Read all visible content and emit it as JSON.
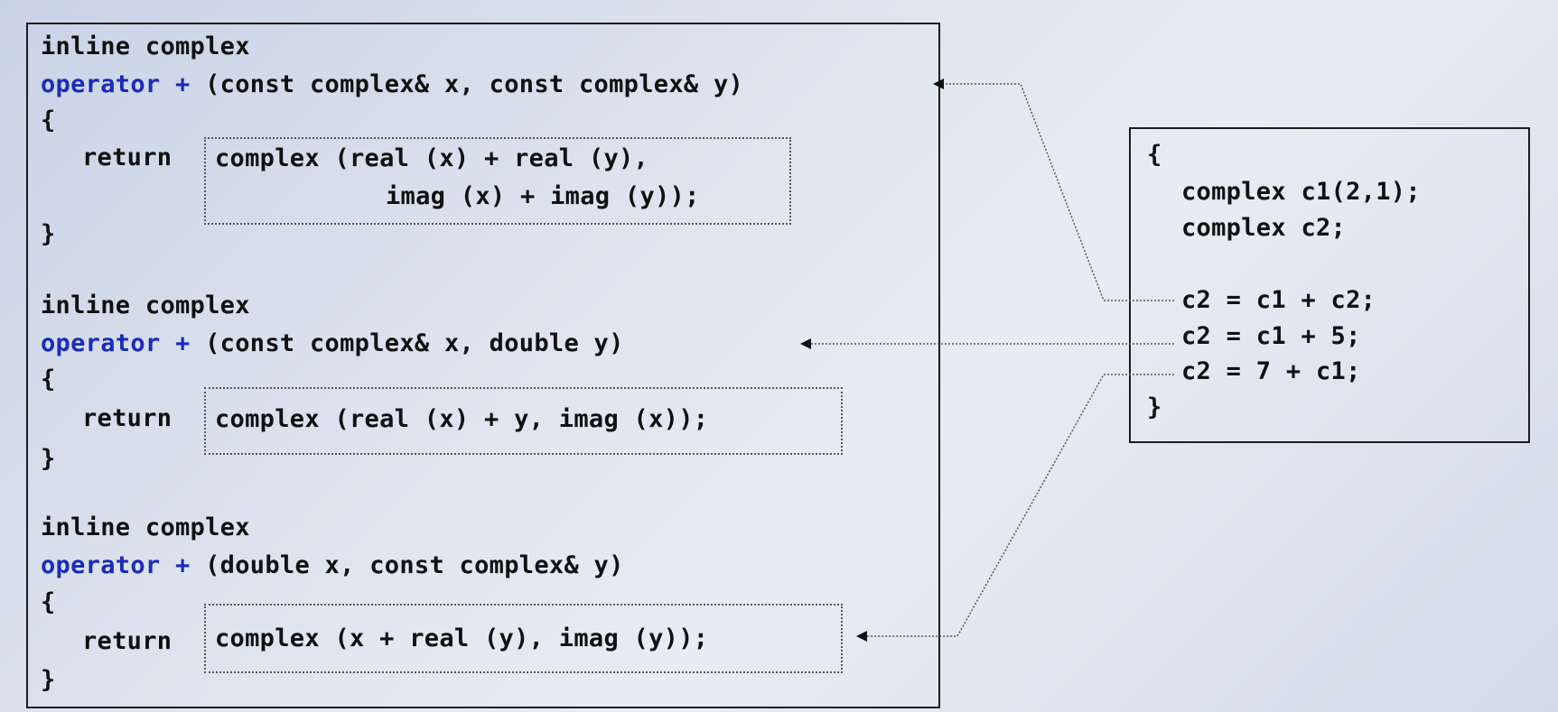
{
  "left_panel": {
    "overloads": [
      {
        "header": "inline complex",
        "operator": "operator +",
        "params": " (const complex& x, const complex& y)",
        "open": "{",
        "return_kw": "return",
        "expr_line1": "complex (real (x) + real (y),",
        "expr_line2": "imag (x) + imag (y));",
        "close": "}"
      },
      {
        "header": "inline complex",
        "operator": "operator +",
        "params": " (const complex& x, double y)",
        "open": "{",
        "return_kw": "return",
        "expr_line1": "complex (real (x) + y, imag (x));",
        "close": "}"
      },
      {
        "header": "inline complex",
        "operator": "operator +",
        "params": " (double x, const complex& y)",
        "open": "{",
        "return_kw": "return",
        "expr_line1": "complex (x + real (y), imag (y));",
        "close": "}"
      }
    ]
  },
  "right_panel": {
    "open": "{",
    "lines": [
      "complex c1(2,1);",
      "complex c2;",
      "c2 = c1 + c2;",
      "c2 = c1 + 5;",
      "c2 = 7 + c1;"
    ],
    "close": "}"
  },
  "colors": {
    "keyword": "#1b2bb8",
    "text": "#111111",
    "connector": "#555555"
  }
}
